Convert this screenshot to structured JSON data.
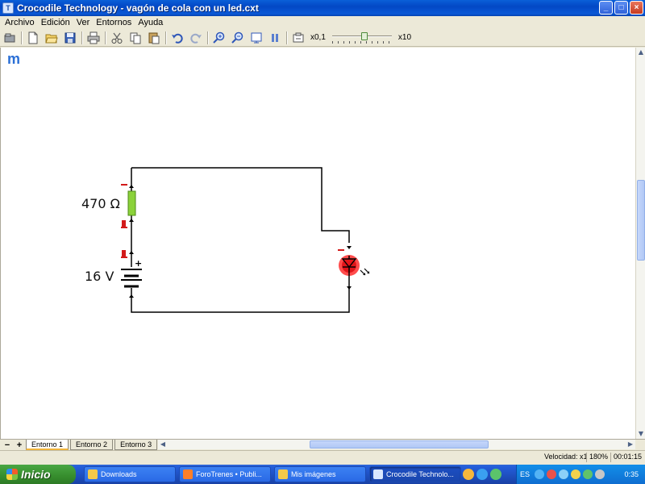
{
  "window": {
    "title": "Crocodile Technology - vagón de cola con un led.cxt",
    "app_icon_letter": "T",
    "minimize": "_",
    "maximize": "□",
    "close": "×"
  },
  "menu": [
    "Archivo",
    "Edición",
    "Ver",
    "Entornos",
    "Ayuda"
  ],
  "toolbar": {
    "icons": [
      "folder-open-icon",
      "new-file-icon",
      "open-file-icon",
      "save-icon",
      "print-icon",
      "cut-icon",
      "copy-icon",
      "paste-icon",
      "undo-icon",
      "redo-icon",
      "zoom-in-icon",
      "zoom-out-icon",
      "fit-icon",
      "pause-icon",
      "export-icon"
    ],
    "speed_min": "x0,1",
    "speed_max": "x10",
    "speed_position": 0.55
  },
  "canvas": {
    "logo": "m",
    "components": {
      "resistor_label": "470 Ω",
      "battery_label": "16 V",
      "battery_plus": "+"
    },
    "colors": {
      "wire": "#000000",
      "resistor": "#8bd23a",
      "probe": "#d21a1a",
      "led": "#e0151a",
      "led_glow": "#ff3a3a"
    }
  },
  "tabs": {
    "remove": "−",
    "add": "+",
    "items": [
      "Entorno 1",
      "Entorno 2",
      "Entorno 3"
    ],
    "active": 0
  },
  "status": {
    "speed": "Velocidad: x1",
    "zoom": "180%",
    "time": "00:01:15"
  },
  "taskbar": {
    "start": "Inicio",
    "tasks": [
      {
        "label": "Downloads",
        "color": "#f3c94a"
      },
      {
        "label": "ForoTrenes • Publi...",
        "color": "#ff7f2a"
      },
      {
        "label": "Mis imágenes",
        "color": "#f3c94a"
      },
      {
        "label": "Crocodile Technolo...",
        "color": "#d8e6ff"
      }
    ],
    "active_task": 3,
    "tray": {
      "language": "ES",
      "clock": "0:35"
    }
  }
}
